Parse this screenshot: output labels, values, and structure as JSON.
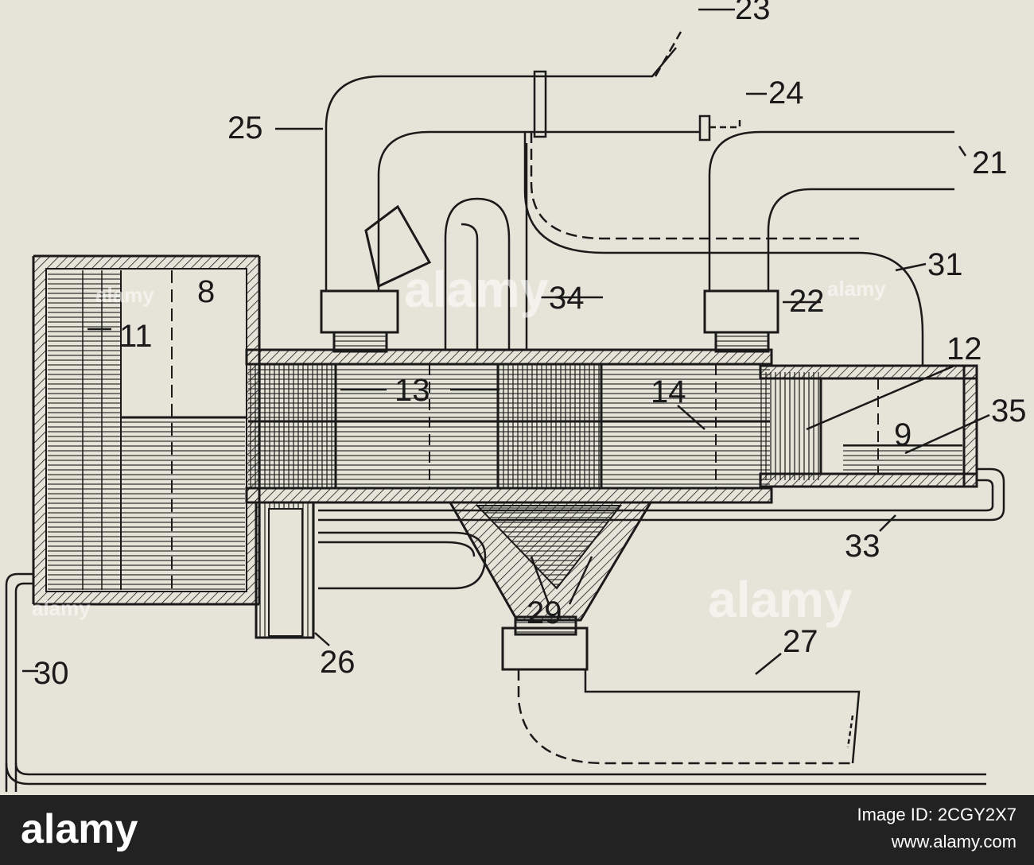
{
  "diagram": {
    "labels": {
      "l8": "8",
      "l9": "9",
      "l11": "11",
      "l12": "12",
      "l13": "13",
      "l14": "14",
      "l21": "21",
      "l22": "22",
      "l23": "23",
      "l24": "24",
      "l25": "25",
      "l26": "26",
      "l27": "27",
      "l29": "29",
      "l30": "30",
      "l31": "31",
      "l33": "33",
      "l34": "34",
      "l35": "35"
    },
    "line_color": "#1a1a1a",
    "paper_color": "#e6e4d9"
  },
  "watermark": {
    "text": "alamy",
    "logo": "alamy"
  },
  "footer": {
    "image_id": "Image ID: 2CGY2X7",
    "site": "www.alamy.com",
    "background": "#222222"
  }
}
